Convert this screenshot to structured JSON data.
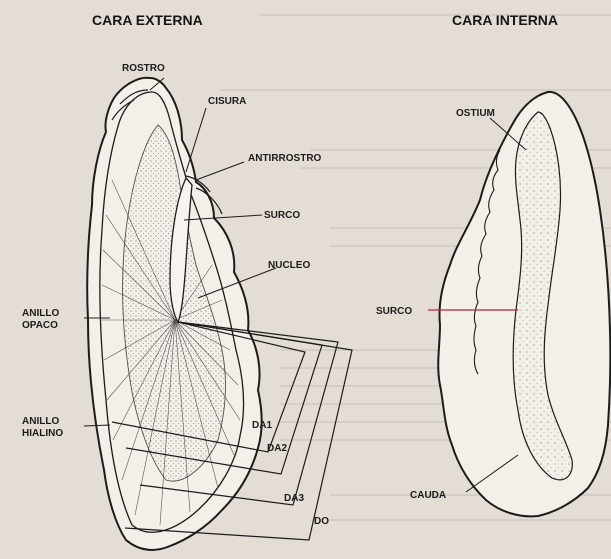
{
  "headers": {
    "external": "CARA EXTERNA",
    "internal": "CARA INTERNA"
  },
  "external_labels": {
    "rostro": "ROSTRO",
    "cisura": "CISURA",
    "antirrostro": "ANTIRROSTRO",
    "surco": "SURCO",
    "nucleo": "NUCLEO",
    "anillo_opaco_1": "ANILLO",
    "anillo_opaco_2": "OPACO",
    "anillo_hialino_1": "ANILLO",
    "anillo_hialino_2": "HIALINO",
    "da1": "DA1",
    "da2": "DA2",
    "da3": "DA3",
    "do": "DO"
  },
  "internal_labels": {
    "ostium": "OSTIUM",
    "surco": "SURCO",
    "cauda": "CAUDA"
  },
  "colors": {
    "background": "#e3ddd5",
    "ink": "#1c1c1c",
    "surco_line": "#b02a3a",
    "bleed_through": "#b9b2aa"
  }
}
